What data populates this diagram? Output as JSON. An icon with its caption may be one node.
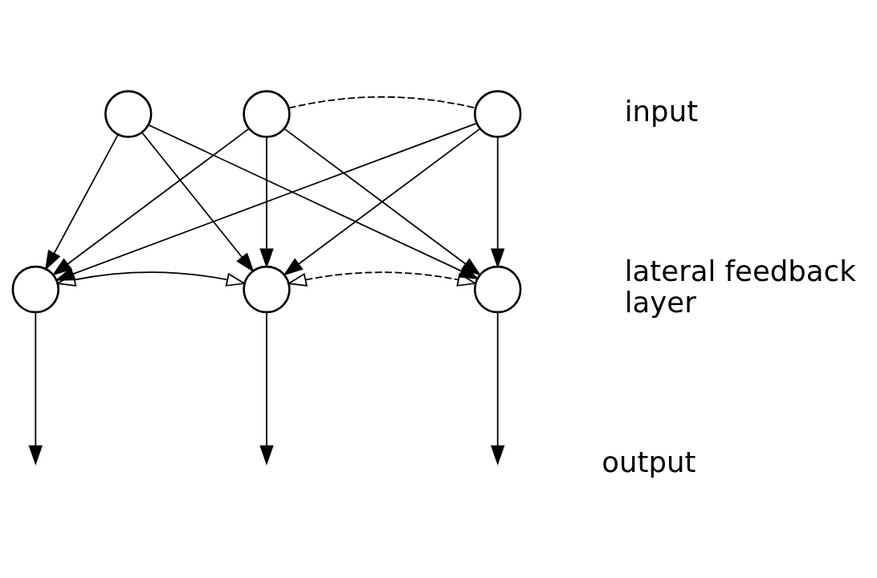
{
  "diagram": {
    "nodes": [
      {
        "text": [],
        "shape": "circle"
      },
      {
        "text": [],
        "shape": "circle"
      },
      {
        "text": [],
        "shape": "circle"
      },
      {
        "text": [],
        "shape": "circle"
      },
      {
        "text": [],
        "shape": "circle"
      },
      {
        "text": [],
        "shape": "circle"
      }
    ],
    "edges": [
      {
        "from": 1,
        "to": 2,
        "arrow": "none",
        "style": "dashed"
      },
      {
        "from": 0,
        "to": 3,
        "arrow": "to"
      },
      {
        "from": 0,
        "to": 4,
        "arrow": "to"
      },
      {
        "from": 0,
        "to": 5,
        "arrow": "to"
      },
      {
        "from": 1,
        "to": 3,
        "arrow": "to"
      },
      {
        "from": 1,
        "to": 4,
        "arrow": "to"
      },
      {
        "from": 1,
        "to": 5,
        "arrow": "to"
      },
      {
        "from": 2,
        "to": 3,
        "arrow": "to"
      },
      {
        "from": 2,
        "to": 4,
        "arrow": "to"
      },
      {
        "from": 2,
        "to": 5,
        "arrow": "to"
      },
      {
        "from": 3,
        "to": 4,
        "arrow": "both"
      },
      {
        "from": 4,
        "to": 5,
        "arrow": "both",
        "style": "dashed"
      },
      {
        "from": 3,
        "to": null,
        "arrow": "to"
      },
      {
        "from": 4,
        "to": null,
        "arrow": "to"
      },
      {
        "from": 5,
        "to": null,
        "arrow": "to"
      }
    ],
    "labels": [
      "input",
      "lateral feedback layer",
      "output"
    ]
  }
}
